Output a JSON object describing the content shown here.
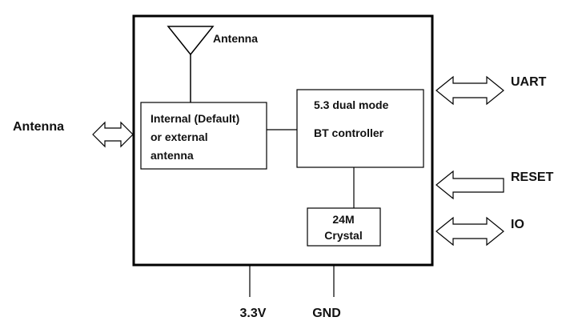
{
  "module": {
    "antenna_top_label": "Antenna",
    "antenna_block": {
      "line1": "Internal (Default)",
      "line2": "or external",
      "line3": "antenna"
    },
    "controller_block": {
      "line1": "5.3 dual mode",
      "line2": "BT controller"
    },
    "crystal_block": {
      "line1": "24M",
      "line2": "Crystal"
    }
  },
  "external": {
    "antenna_label": "Antenna",
    "uart_label": "UART",
    "reset_label": "RESET",
    "io_label": "IO",
    "power_label": "3.3V",
    "ground_label": "GND"
  },
  "colors": {
    "stroke": "#000000",
    "text": "#111111",
    "background": "#ffffff"
  }
}
